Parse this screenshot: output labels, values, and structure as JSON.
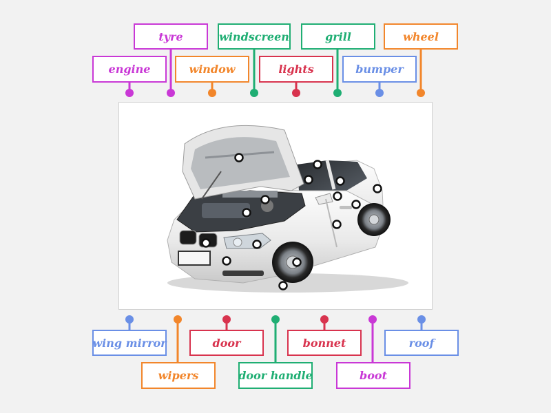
{
  "labels": [
    {
      "text": "tyre",
      "color": "#c938d6"
    },
    {
      "text": "windscreen",
      "color": "#1fae73"
    },
    {
      "text": "grill",
      "color": "#1fae73"
    },
    {
      "text": "wheel",
      "color": "#f2862b"
    },
    {
      "text": "engine",
      "color": "#c938d6"
    },
    {
      "text": "window",
      "color": "#f2862b"
    },
    {
      "text": "lights",
      "color": "#d8334e"
    },
    {
      "text": "bumper",
      "color": "#6a8fe6"
    },
    {
      "text": "wing mirror",
      "color": "#6a8fe6"
    },
    {
      "text": "door",
      "color": "#d8334e"
    },
    {
      "text": "bonnet",
      "color": "#d8334e"
    },
    {
      "text": "roof",
      "color": "#6a8fe6"
    },
    {
      "text": "wipers",
      "color": "#f2862b"
    },
    {
      "text": "door handle",
      "color": "#1fae73"
    },
    {
      "text": "boot",
      "color": "#c938d6"
    }
  ],
  "image": {
    "subject": "car-photo"
  }
}
